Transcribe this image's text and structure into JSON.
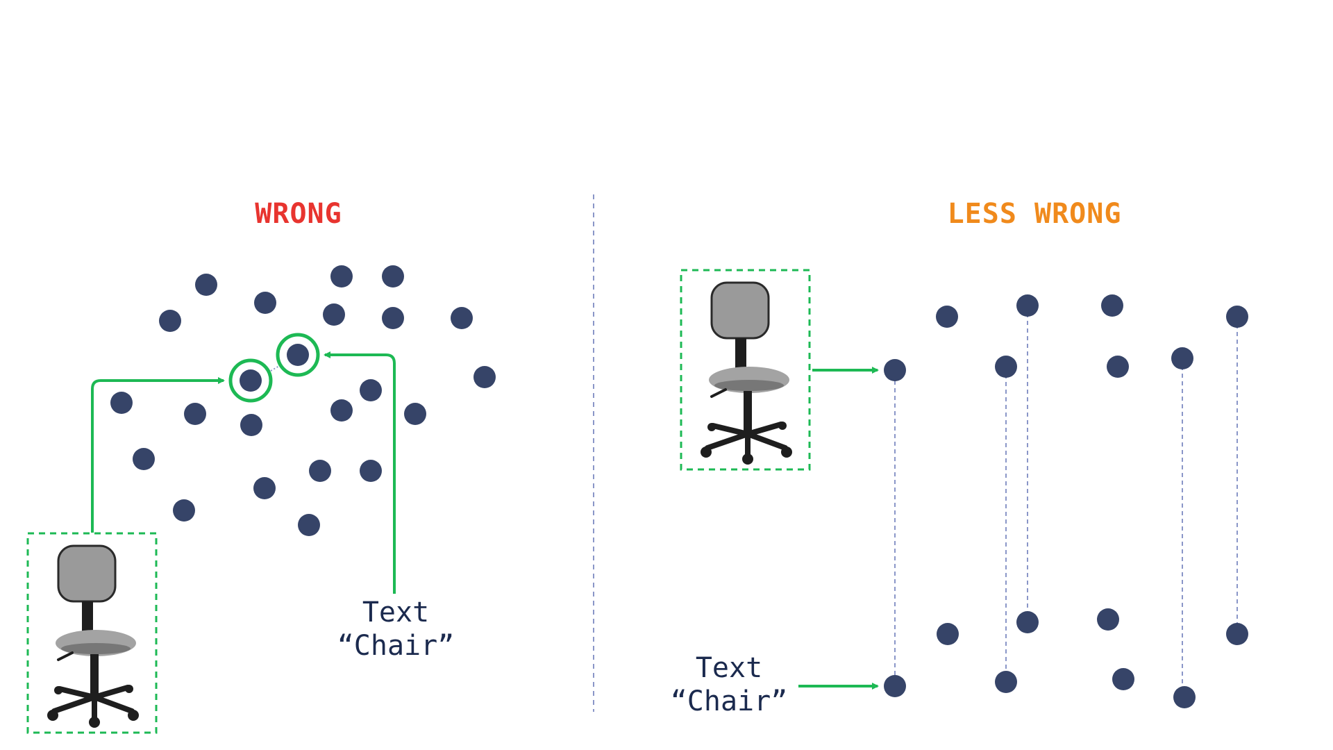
{
  "panels": {
    "left": {
      "title": "WRONG",
      "title_color": "#e8342f"
    },
    "right": {
      "title": "LESS WRONG",
      "title_color": "#f08a1c"
    }
  },
  "labels": {
    "left_text": {
      "line1": "Text",
      "line2": "“Chair”"
    },
    "right_text": {
      "line1": "Text",
      "line2": "“Chair”"
    }
  },
  "images": {
    "chair": "office-chair-image"
  },
  "colors": {
    "point": "#364468",
    "arrow": "#1db954",
    "divider": "#8a96c8",
    "link": "#8a96c8",
    "label_text": "#1b2a4e"
  }
}
